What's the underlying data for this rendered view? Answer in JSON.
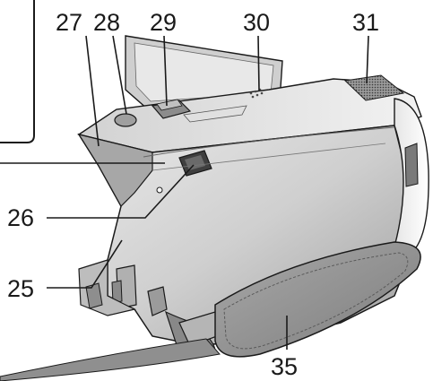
{
  "callouts": {
    "c27": "27",
    "c28": "28",
    "c29": "29",
    "c30": "30",
    "c31": "31",
    "c26": "26",
    "c25": "25",
    "c35": "35"
  },
  "colors": {
    "body_light": "#d9d9d9",
    "body_mid": "#b8b8b8",
    "body_dark": "#8c8c8c",
    "strap": "#9a9a9a",
    "line": "#1a1a1a",
    "white": "#ffffff"
  }
}
